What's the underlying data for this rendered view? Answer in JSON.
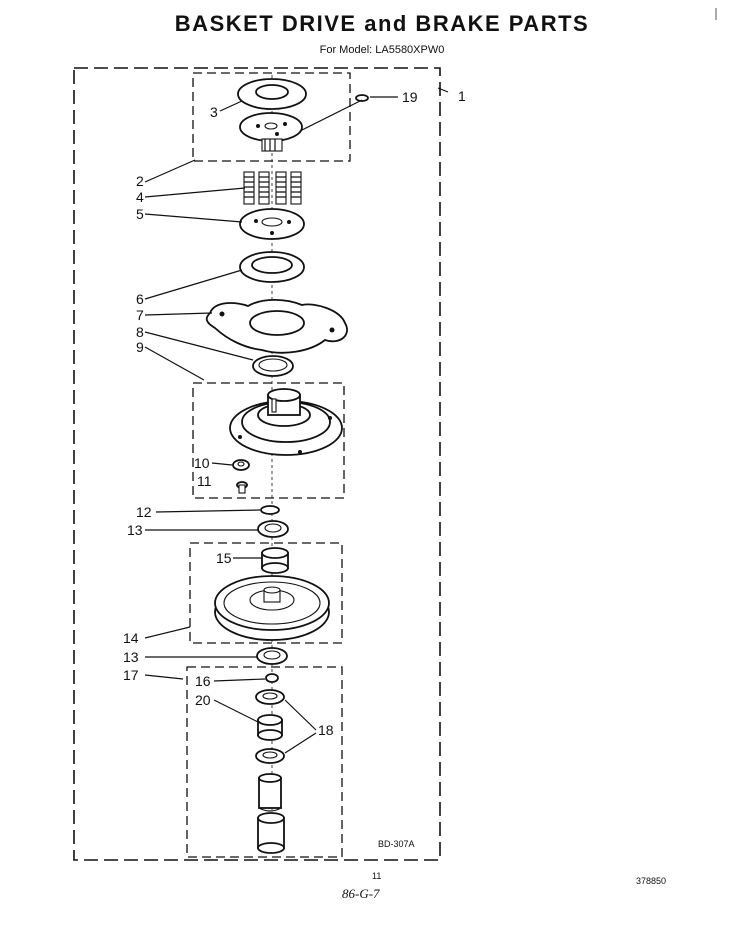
{
  "title": "BASKET DRIVE and BRAKE PARTS",
  "subtitle": "For Model: LA5580XPW0",
  "callouts": [
    "1",
    "2",
    "3",
    "4",
    "5",
    "6",
    "7",
    "8",
    "9",
    "10",
    "11",
    "12",
    "13",
    "13",
    "14",
    "15",
    "16",
    "17",
    "18",
    "19",
    "20"
  ],
  "diagram_code": "BD-307A",
  "page_number": "11",
  "doc_number": "378850",
  "handwritten_note": "86-G-7"
}
